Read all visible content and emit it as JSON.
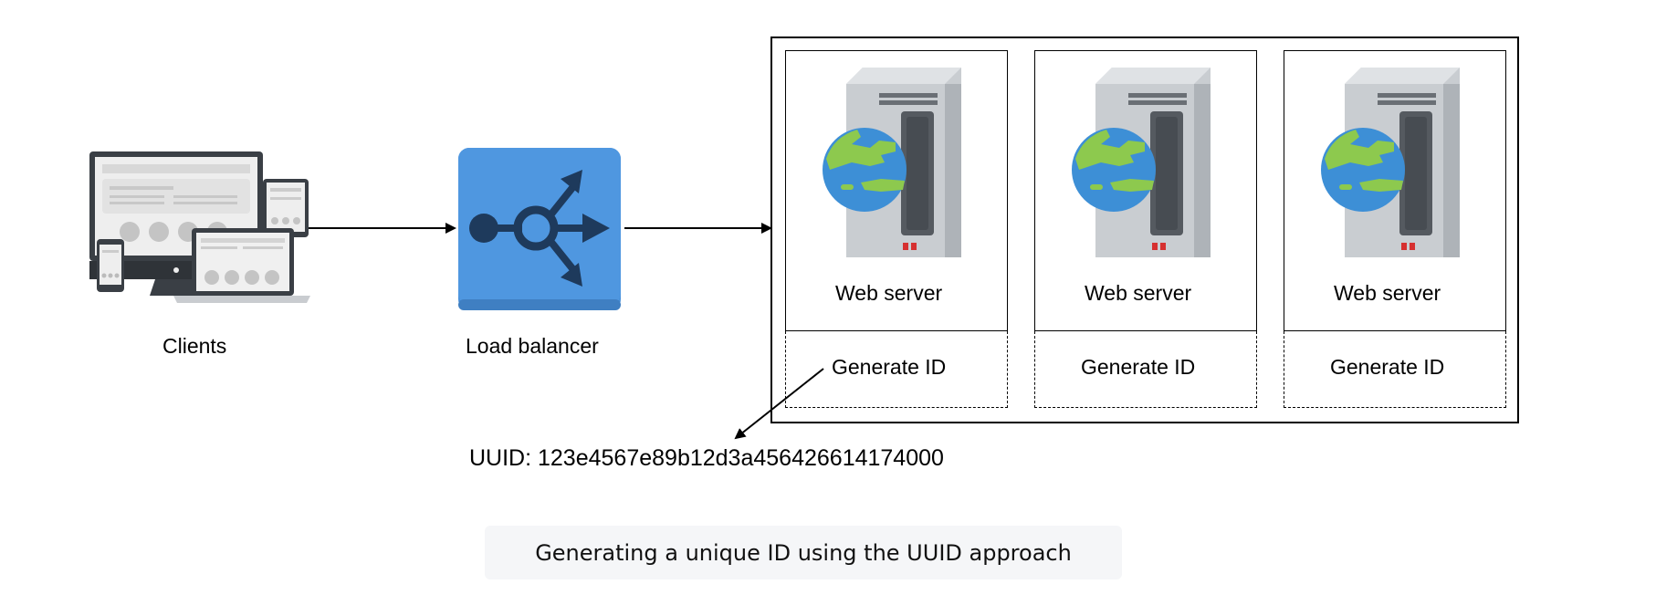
{
  "diagram": {
    "clients_label": "Clients",
    "load_balancer_label": "Load balancer",
    "servers": [
      {
        "label": "Web server",
        "generate_label": "Generate ID"
      },
      {
        "label": "Web server",
        "generate_label": "Generate ID"
      },
      {
        "label": "Web server",
        "generate_label": "Generate ID"
      }
    ],
    "uuid_text": "UUID: 123e4567e89b12d3a456426614174000",
    "caption": "Generating a unique ID using the UUID approach"
  },
  "colors": {
    "lb_blue": "#4a90d9",
    "lb_dark": "#1e3a5c",
    "globe_blue": "#3d8fd6",
    "globe_green": "#8dc94e",
    "server_gray": "#c9cdd1"
  }
}
